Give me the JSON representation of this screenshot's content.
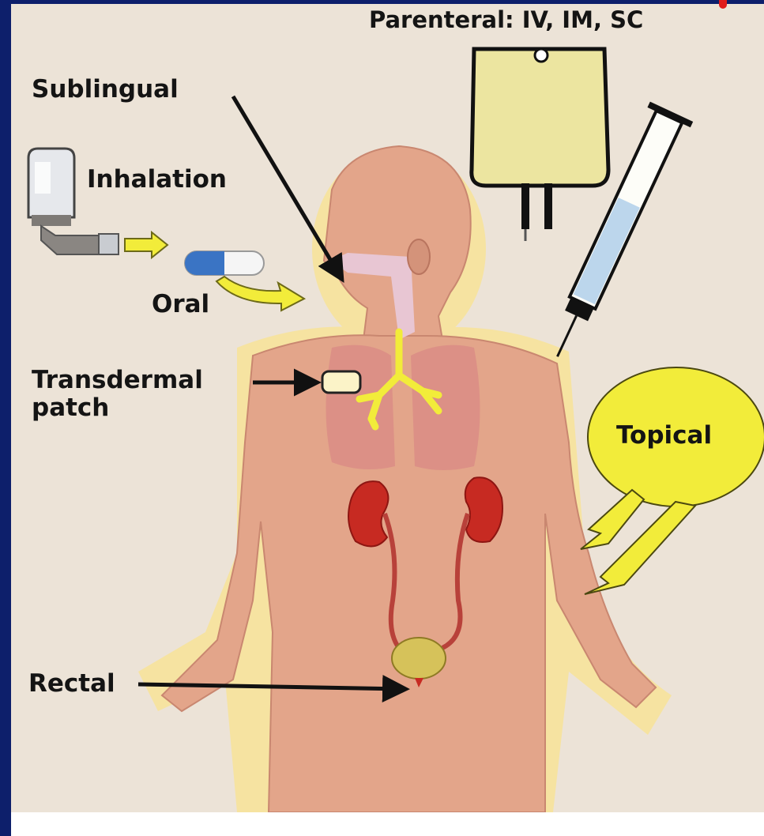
{
  "labels": {
    "parenteral": "Parenteral: IV, IM, SC",
    "sublingual": "Sublingual",
    "inhalation": "Inhalation",
    "oral": "Oral",
    "transdermal_line1": "Transdermal",
    "transdermal_line2": "patch",
    "topical": "Topical",
    "rectal": "Rectal"
  },
  "colors": {
    "frame": "#0d1f6b",
    "panel": "#ece3d7",
    "body_skin": "#e3a58a",
    "body_glow": "#f6e3a1",
    "arrow_yellow": "#f2ec3a",
    "kidney": "#c72a22",
    "lungs": "#d98a84",
    "bladder": "#d6c25a"
  }
}
